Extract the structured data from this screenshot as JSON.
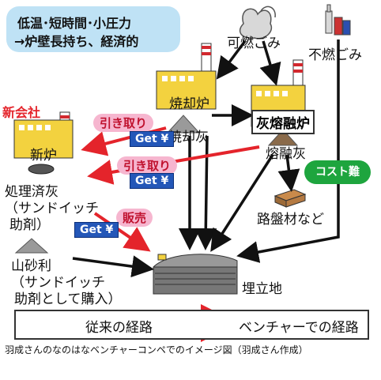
{
  "note": {
    "line1": "低温･短時間･小圧力",
    "line2": "→炉壁長持ち、経済的"
  },
  "labels": {
    "combustible": "可燃ごみ",
    "noncombustible": "不燃ごみ",
    "incinerator": "焼却炉",
    "incineration_ash": "焼却灰",
    "ash_melting_furnace": "灰熔融炉",
    "molten_ash": "熔融灰",
    "new_company": "新会社",
    "new_furnace": "新炉",
    "treated_ash": "処理済灰",
    "treated_ash_note_1": "（サンドイッチ",
    "treated_ash_note_2": "助剤）",
    "road_material": "路盤材など",
    "cost_bubble": "コスト難",
    "landfill": "埋立地",
    "mountain_sand": "山砂利",
    "mountain_sand_note_1": "（サンドイッチ",
    "mountain_sand_note_2": "助剤として購入）"
  },
  "tags": {
    "take_back": "引き取り",
    "get_yen": "Get ¥",
    "sale": "販売"
  },
  "legend": {
    "conventional": "従来の経路",
    "venture": "ベンチャーでの経路"
  },
  "caption": "羽成さんのなのはなベンチャーコンペでのイメージ図（羽成さん作成）",
  "colors": {
    "building": "#f3d23f",
    "chimney_red": "#d2282e",
    "arrow_black": "#111111",
    "arrow_red": "#e4242b",
    "note_blue": "#bfe2f5",
    "pill_pink": "#f6b6cf",
    "get_blue": "#2457b8",
    "cost_green": "#1ea53e"
  }
}
